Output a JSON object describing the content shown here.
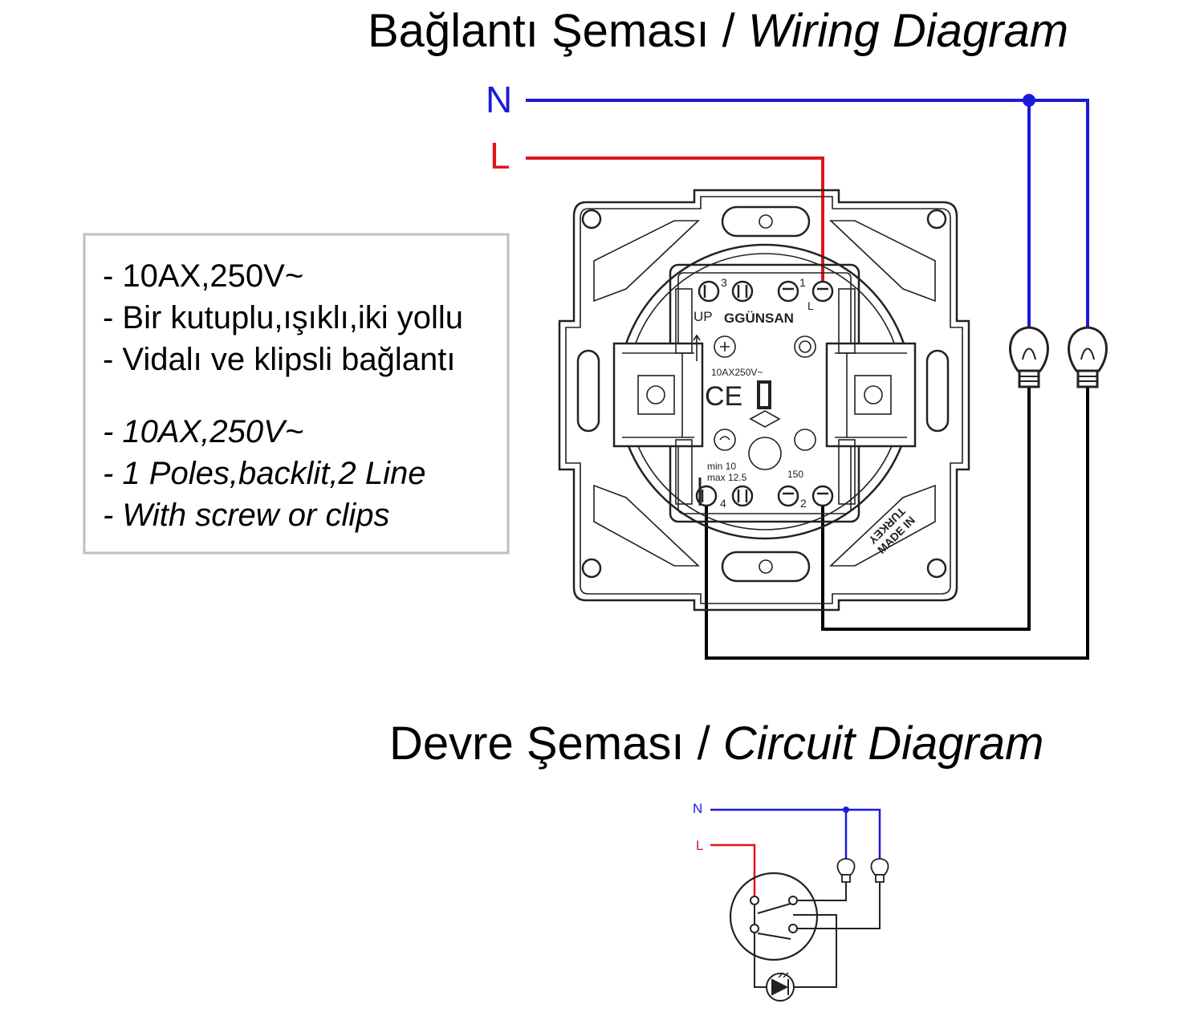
{
  "wiring_title": {
    "tr": "Bağlantı Şeması /",
    "en": "Wiring Diagram"
  },
  "circuit_title": {
    "tr": "Devre Şeması /",
    "en": "Circuit Diagram"
  },
  "wire_labels": {
    "neutral": "N",
    "live": "L"
  },
  "specs_tr": [
    "- 10AX,250V~",
    "- Bir kutuplu,ışıklı,iki yollu",
    "- Vidalı ve klipsli bağlantı"
  ],
  "specs_en": [
    "- 10AX,250V~",
    "- 1 Poles,backlit,2 Line",
    "- With screw or clips"
  ],
  "device": {
    "brand": "GGÜNSAN",
    "up": "UP",
    "rating": "10AX250V~",
    "ce": "CE",
    "terminal_1": "1",
    "terminal_2": "2",
    "terminal_3": "3",
    "terminal_4": "4",
    "terminal_L": "L",
    "strip_min": "min 10",
    "strip_max": "max 12.5",
    "strip_150": "150",
    "made_in": "MADE IN",
    "country": "TURKEY"
  },
  "colors": {
    "neutral": "#1a1adb",
    "live": "#e0141e",
    "load": "#000000"
  }
}
